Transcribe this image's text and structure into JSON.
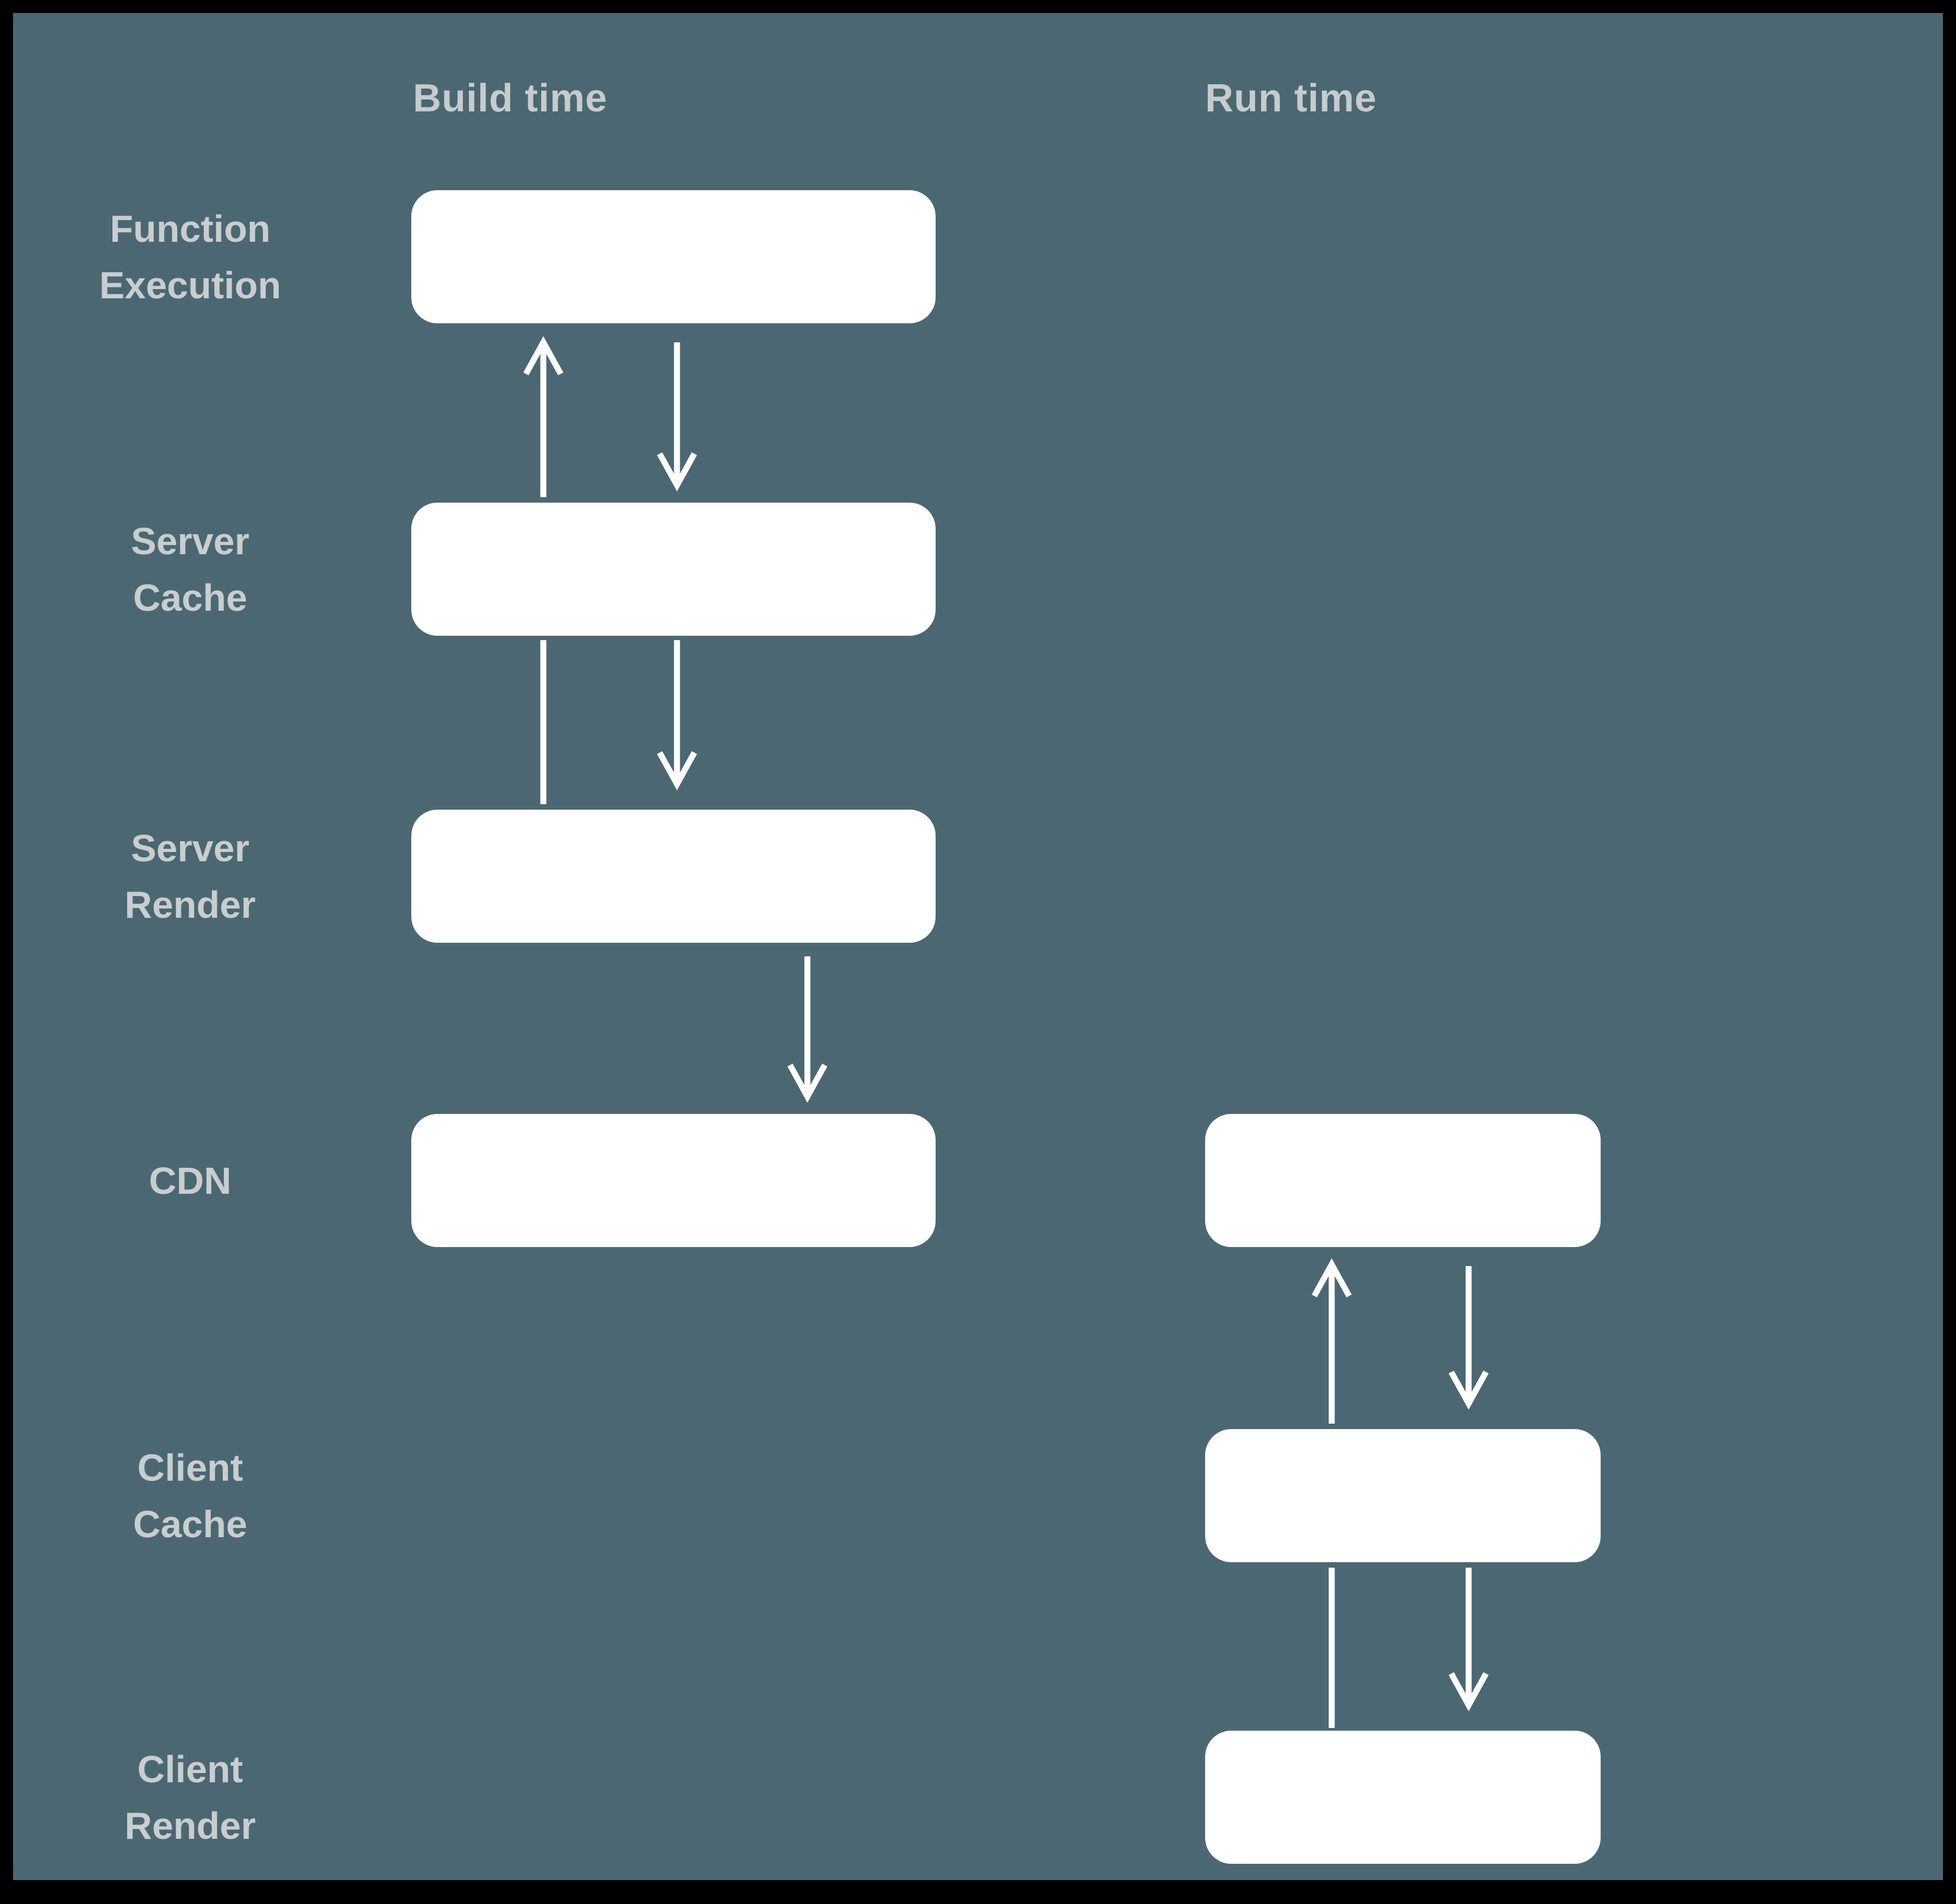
{
  "colors": {
    "background": "#4b6872",
    "frame": "#000000",
    "box": "#ffffff",
    "arrow": "#ffffff",
    "label": "#c8cdd0",
    "header": "#c6cbcd"
  },
  "headers": {
    "build": "Build time",
    "run": "Run time"
  },
  "rows": [
    {
      "id": "function-execution",
      "label": "Function Execution"
    },
    {
      "id": "server-cache",
      "label": "Server Cache"
    },
    {
      "id": "server-render",
      "label": "Server Render"
    },
    {
      "id": "cdn",
      "label": "CDN"
    },
    {
      "id": "client-cache",
      "label": "Client Cache"
    },
    {
      "id": "client-render",
      "label": "Client Render"
    }
  ],
  "nodes": [
    {
      "column": "Build time",
      "row": "Function Execution"
    },
    {
      "column": "Build time",
      "row": "Server Cache"
    },
    {
      "column": "Build time",
      "row": "Server Render"
    },
    {
      "column": "Build time",
      "row": "CDN"
    },
    {
      "column": "Run time",
      "row": "CDN"
    },
    {
      "column": "Run time",
      "row": "Client Cache"
    },
    {
      "column": "Run time",
      "row": "Client Render"
    }
  ],
  "edges": [
    {
      "column": "Build time",
      "from": "Server Cache",
      "to": "Function Execution",
      "direction": "up"
    },
    {
      "column": "Build time",
      "from": "Function Execution",
      "to": "Server Cache",
      "direction": "down"
    },
    {
      "column": "Build time",
      "from": "Server Render",
      "to": "Server Cache",
      "direction": "up"
    },
    {
      "column": "Build time",
      "from": "Server Cache",
      "to": "Server Render",
      "direction": "down"
    },
    {
      "column": "Build time",
      "from": "Server Render",
      "to": "CDN",
      "direction": "down"
    },
    {
      "column": "Run time",
      "from": "Client Cache",
      "to": "CDN",
      "direction": "up"
    },
    {
      "column": "Run time",
      "from": "CDN",
      "to": "Client Cache",
      "direction": "down"
    },
    {
      "column": "Run time",
      "from": "Client Render",
      "to": "Client Cache",
      "direction": "up"
    },
    {
      "column": "Run time",
      "from": "Client Cache",
      "to": "Client Render",
      "direction": "down"
    }
  ]
}
